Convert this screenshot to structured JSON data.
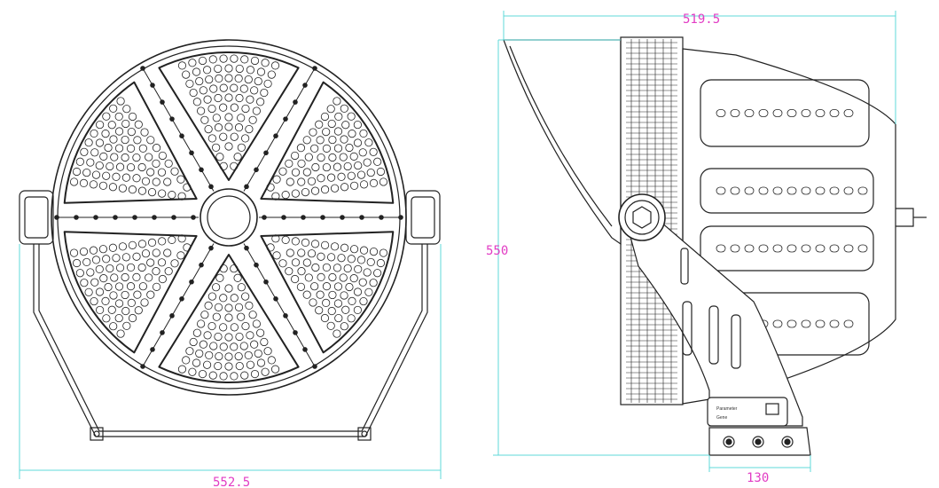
{
  "dimensions": {
    "front_width": "552.5",
    "side_depth": "519.5",
    "height": "550",
    "bracket_width": "130"
  },
  "nameplate": {
    "line1": "Parameter",
    "line2": "Gene"
  },
  "colors": {
    "dimension_line": "#5fd8d8",
    "dimension_text": "#e23cc4",
    "drawing_line": "#222222"
  }
}
